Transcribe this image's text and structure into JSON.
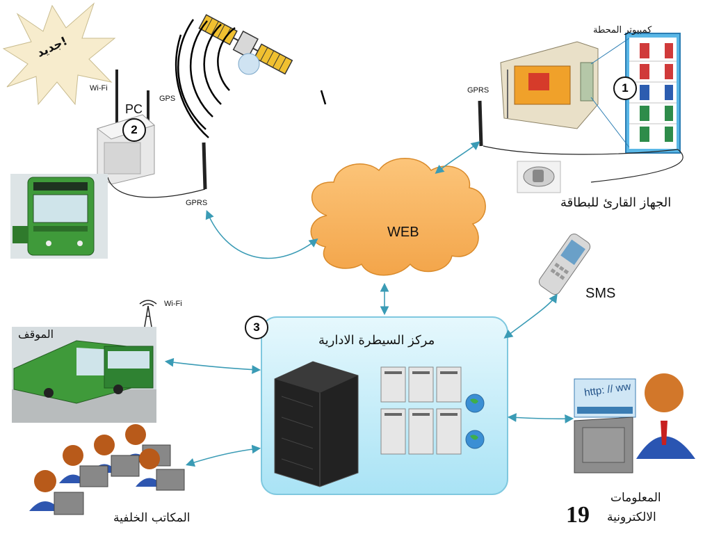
{
  "badge": {
    "text": "!جديد"
  },
  "labels": {
    "station_computer": "كمبيوتر المحطة",
    "card_reader": "الجهاز القارئ للبطاقة",
    "gprs_station": "GPRS",
    "gprs_bus": "GPRS",
    "wifi_bus": "Wi-Fi",
    "gps": "GPS",
    "pc": "PC",
    "web": "WEB",
    "sms": "SMS",
    "control_center": "مركز السيطرة الادارية",
    "depot": "الموقف",
    "depot_wifi": "Wi-Fi",
    "back_offices": "المكاتب الخلفية",
    "e_info_line1": "المعلومات",
    "e_info_line2": "الالكترونية",
    "browser_url": "http: // ww",
    "page_number": "19"
  },
  "numbers": {
    "n1": "1",
    "n2": "2",
    "n3": "3"
  },
  "colors": {
    "arrow": "#3a9bb5",
    "cloud": "#f9b562",
    "control_box": "#cdeffa",
    "bus_green": "#3f9a3a"
  }
}
